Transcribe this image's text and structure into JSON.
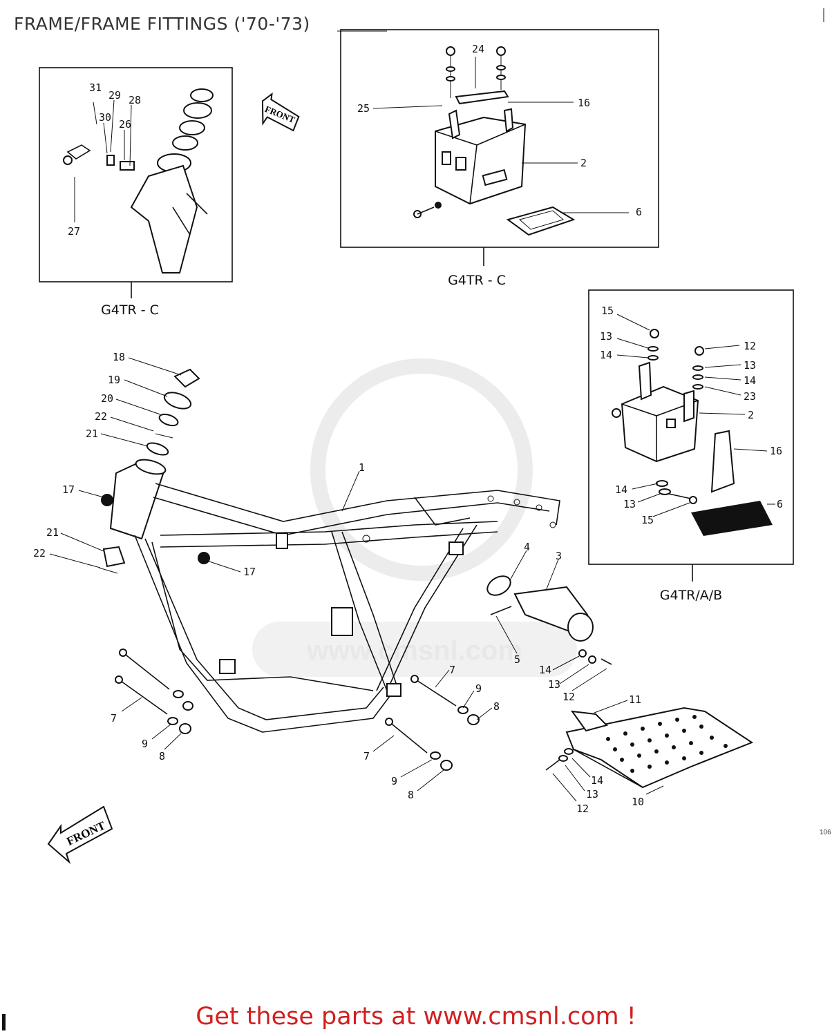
{
  "title": "FRAME/FRAME FITTINGS ('70-'73)",
  "footer": "Get these parts at www.cmsnl.com !",
  "corner_code": "106",
  "watermark": "www.cmsnl.com",
  "panels": {
    "steering_head": {
      "caption": "G4TR - C"
    },
    "battery_box_top": {
      "caption": "G4TR - C"
    },
    "battery_box_right": {
      "caption": "G4TR/A/B"
    }
  },
  "front_arrows": [
    "FRONT",
    "FRONT"
  ],
  "callouts": {
    "p31": "31",
    "p29": "29",
    "p28": "28",
    "p30": "30",
    "p26": "26",
    "p27": "27",
    "b24": "24",
    "b25": "25",
    "b16": "16",
    "b2": "2",
    "b6": "6",
    "r15a": "15",
    "r13a": "13",
    "r14a": "14",
    "r12": "12",
    "r13b": "13",
    "r14b": "14",
    "r23": "23",
    "r2": "2",
    "r16": "16",
    "r14c": "14",
    "r13c": "13",
    "r15b": "15",
    "r6": "6",
    "f18": "18",
    "f19": "19",
    "f20": "20",
    "f22a": "22",
    "f21a": "21",
    "f1": "1",
    "f17a": "17",
    "f21b": "21",
    "f22b": "22",
    "f17b": "17",
    "f4": "4",
    "f3": "3",
    "f5": "5",
    "f14a": "14",
    "f13a": "13",
    "f12a": "12",
    "f11": "11",
    "f7a": "7",
    "f9a": "9",
    "f8a": "8",
    "f7b": "7",
    "f9b": "9",
    "f8b": "8",
    "f7c": "7",
    "f9c": "9",
    "f8c": "8",
    "f14b": "14",
    "f13b": "13",
    "f12b": "12",
    "f10": "10"
  }
}
